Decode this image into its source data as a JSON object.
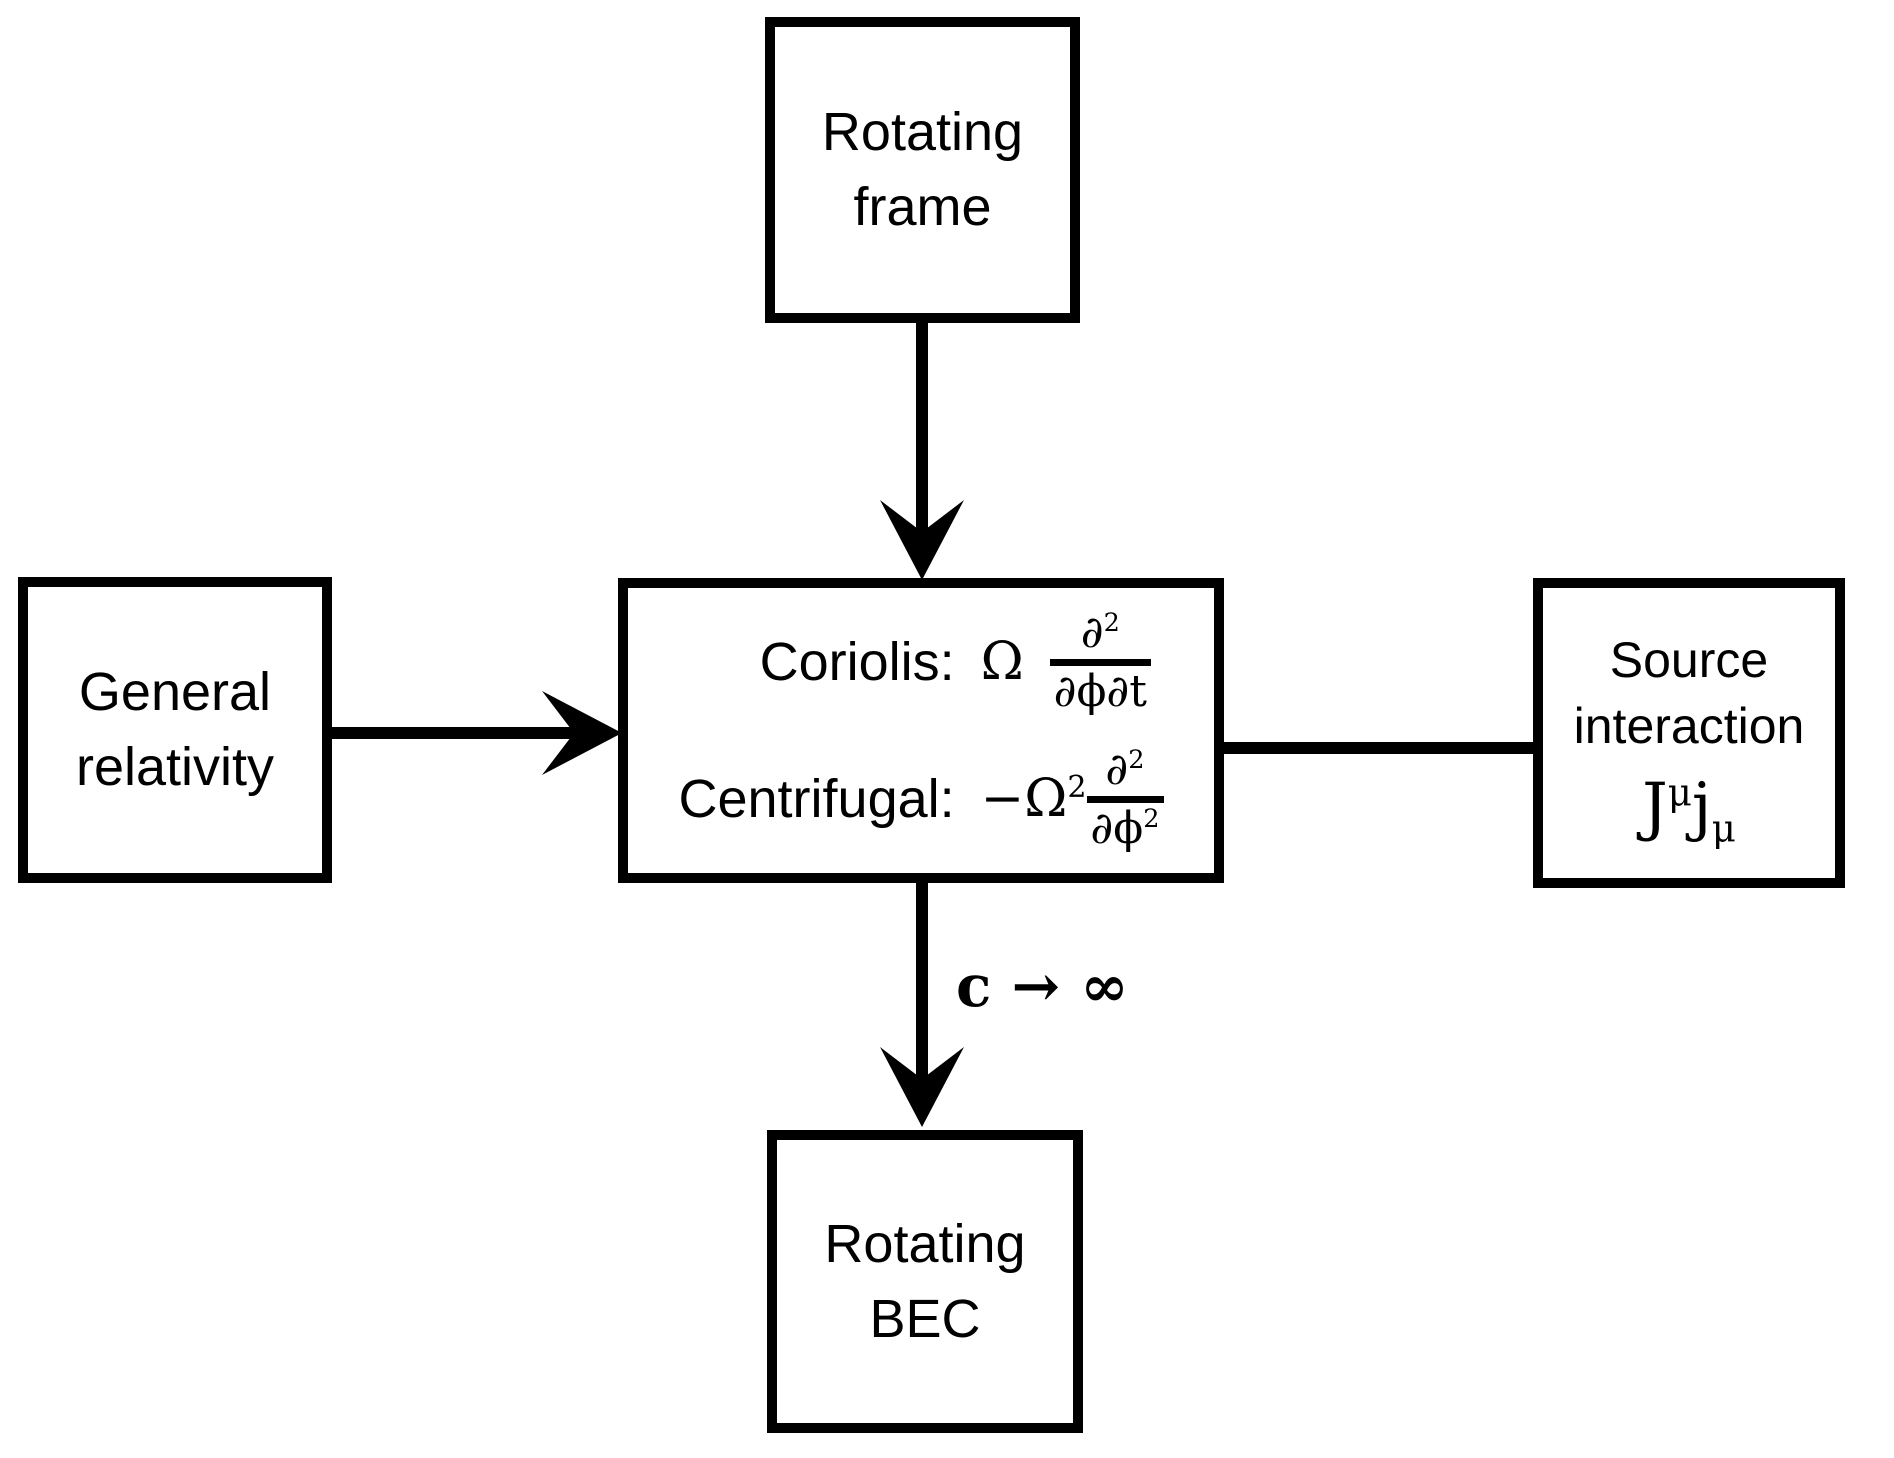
{
  "boxes": {
    "rotating_frame": {
      "label": "Rotating\nframe"
    },
    "general_relativity": {
      "label": "General\nrelativity"
    },
    "center": {
      "row1": {
        "label": "Coriolis:",
        "coeff": "Ω",
        "num_base": "∂",
        "num_sup": "2",
        "den": "∂ϕ∂t"
      },
      "row2": {
        "label": "Centrifugal:",
        "coeff_base": "−Ω",
        "coeff_sup": "2",
        "num_base": "∂",
        "num_sup": "2",
        "den_base": "∂ϕ",
        "den_sup": "2"
      }
    },
    "source_interaction": {
      "title": "Source\ninteraction",
      "formula": {
        "J_base": "J",
        "J_sup": "μ",
        "j_base": "j",
        "j_sub": "μ"
      }
    },
    "rotating_bec": {
      "label": "Rotating\nBEC"
    }
  },
  "edges": {
    "c_limit_label": "c → ∞"
  },
  "colors": {
    "ink": "#000000",
    "background": "#ffffff"
  }
}
